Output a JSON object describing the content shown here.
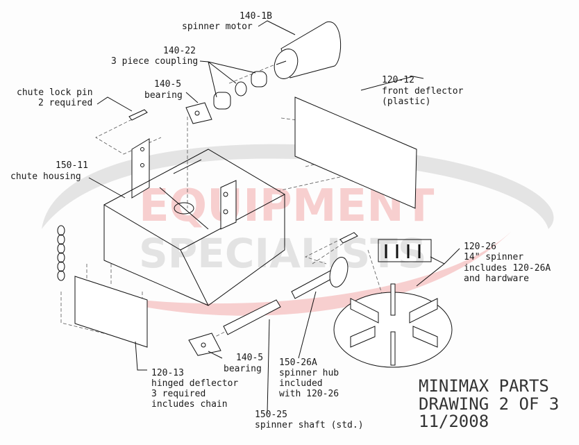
{
  "watermark": {
    "line1": "EQUIPMENT",
    "line2": "SPECIALISTS",
    "colors": {
      "red": "#e85a5a",
      "gray": "#9a9a9a"
    }
  },
  "labels": {
    "motor": {
      "part": "140-1B",
      "name": "spinner motor"
    },
    "coupling": {
      "part": "140-22",
      "name": "3 piece coupling"
    },
    "bearing_top": {
      "part": "140-5",
      "name": "bearing"
    },
    "lock_pin": {
      "name": "chute lock pin",
      "qty": "2 required"
    },
    "front_deflector": {
      "part": "120-12",
      "name": "front deflector",
      "note": "(plastic)"
    },
    "chute_housing": {
      "part": "150-11",
      "name": "chute housing"
    },
    "spinner": {
      "part": "120-26",
      "name": "14\" spinner",
      "note1": "includes 120-26A",
      "note2": "and hardware"
    },
    "bearing_bottom": {
      "part": "140-5",
      "name": "bearing"
    },
    "spinner_hub": {
      "part": "150-26A",
      "name": "spinner hub",
      "note1": "included",
      "note2": "with 120-26"
    },
    "hinged_deflector": {
      "part": "120-13",
      "name": "hinged deflector",
      "qty": "3 required",
      "note": "includes chain"
    },
    "spinner_shaft": {
      "part": "150-25",
      "name": "spinner shaft (std.)"
    }
  },
  "title_block": {
    "line1": "MINIMAX PARTS",
    "line2": "DRAWING 2 OF 3",
    "date": "11/2008"
  }
}
